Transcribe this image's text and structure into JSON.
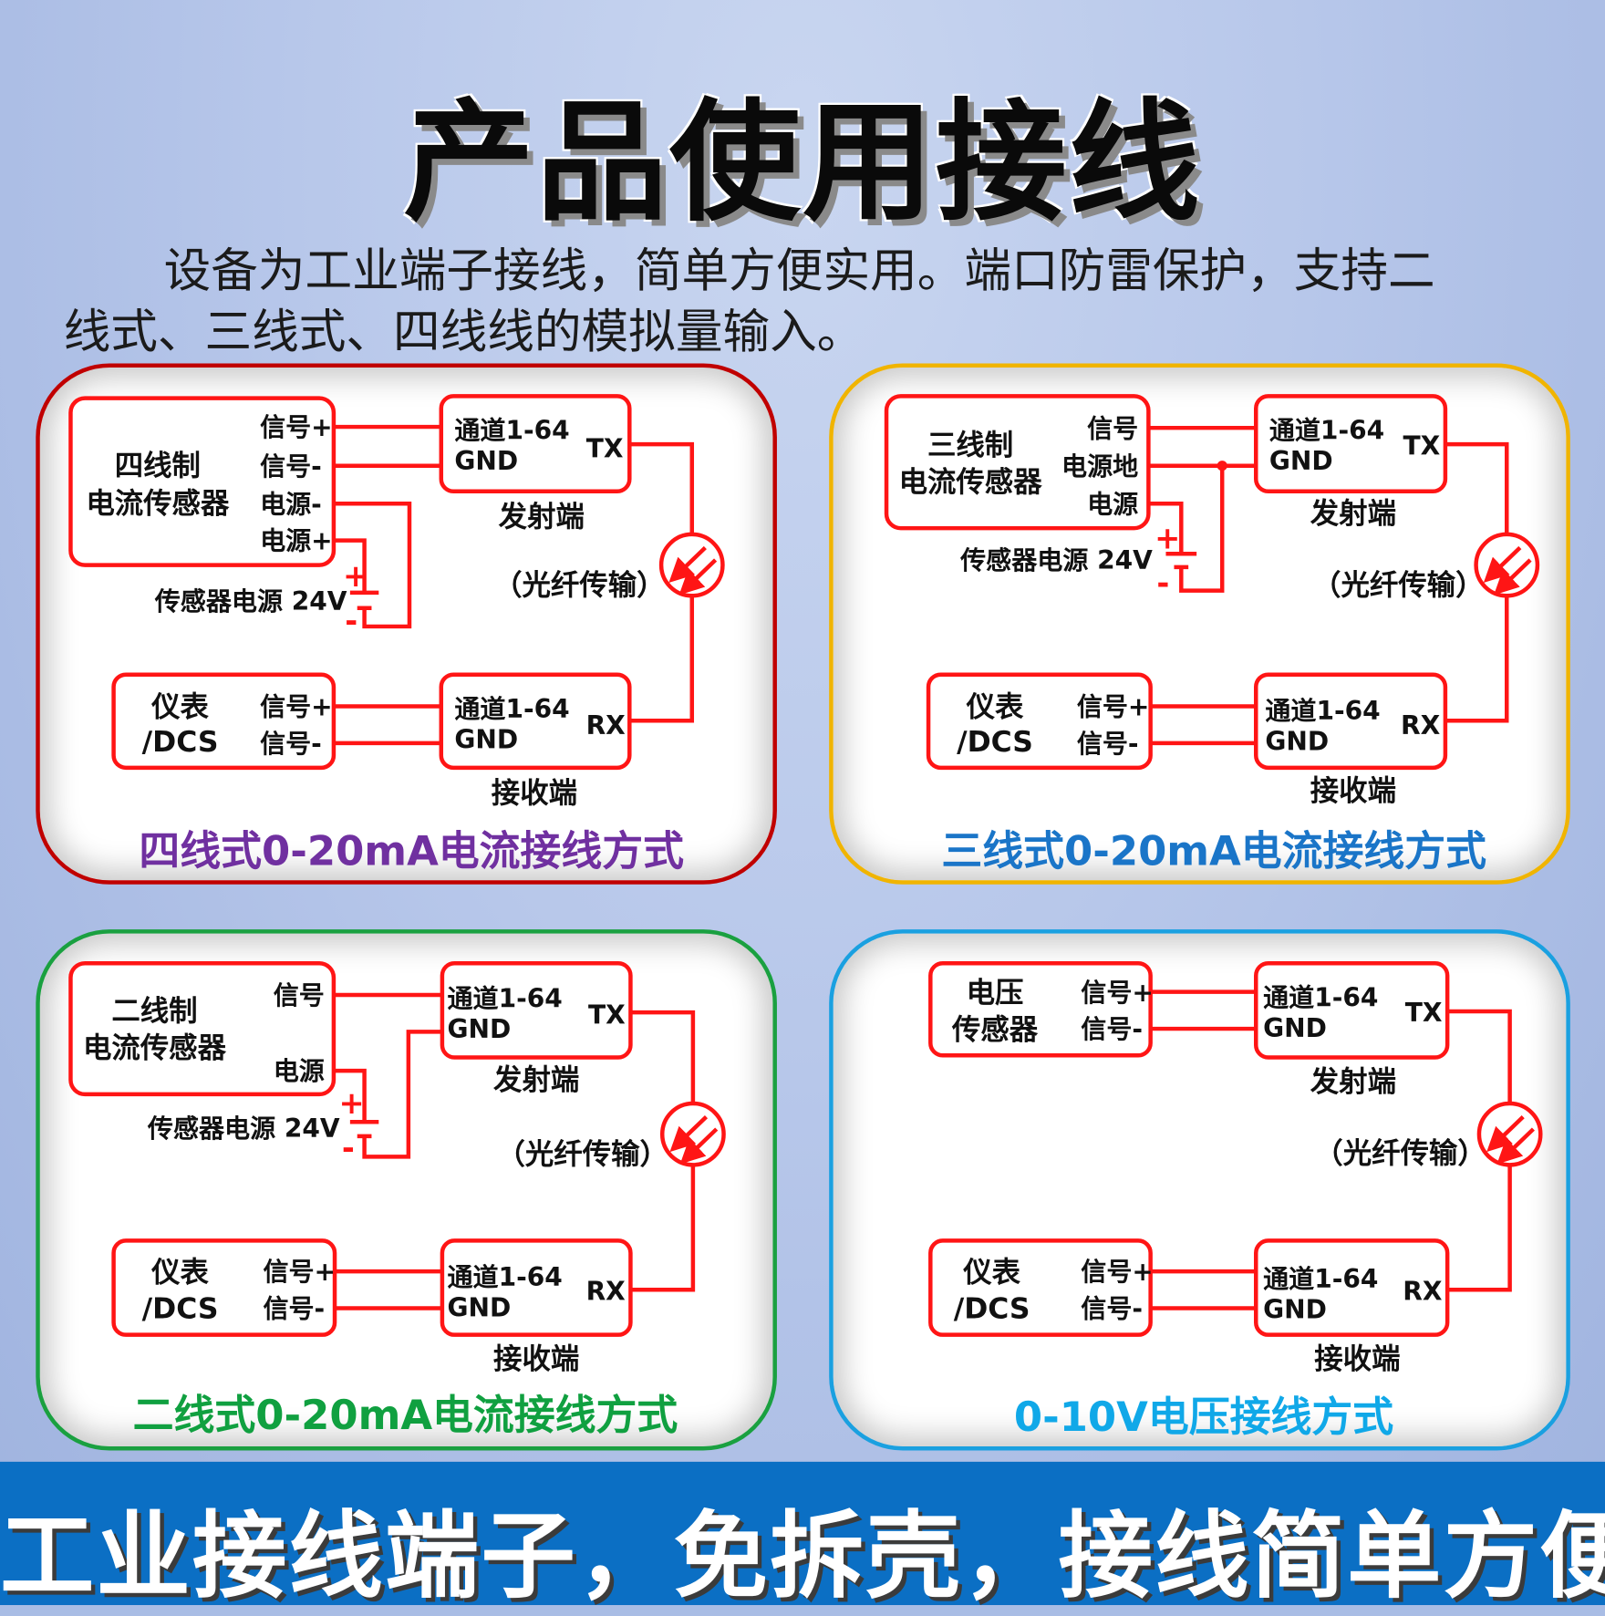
{
  "title": "产品使用接线",
  "intro": {
    "line1": "设备为工业端子接线，简单方便实用。端口防雷保护，支持二",
    "line2": "线式、三线式、四线线的模拟量输入。"
  },
  "colors": {
    "wire": "#ff1515",
    "panel1_border": "#c00000",
    "panel2_border": "#f0b400",
    "panel3_border": "#1aa040",
    "panel4_border": "#1aa0e0",
    "banner": "#0b6fc4"
  },
  "common": {
    "channel": "通道1-64",
    "gnd": "GND",
    "tx": "TX",
    "rx": "RX",
    "tx_label": "发射端",
    "rx_label": "接收端",
    "fiber_label": "（光纤传输）",
    "meter_line1": "仪表",
    "meter_line2": "/DCS",
    "sig_plus": "信号+",
    "sig_minus": "信号-",
    "power_label": "传感器电源  24V",
    "plus": "+",
    "minus": "-"
  },
  "panels": [
    {
      "sensor_line1": "四线制",
      "sensor_line2": "电流传感器",
      "pins": [
        "信号+",
        "信号-",
        "电源-",
        "电源+"
      ],
      "caption": "四线式0-20mA电流接线方式",
      "caption_color": "#7030a0"
    },
    {
      "sensor_line1": "三线制",
      "sensor_line2": "电流传感器",
      "pins": [
        "信号",
        "电源地",
        "电源"
      ],
      "caption": "三线式0-20mA电流接线方式",
      "caption_color": "#1a75c8"
    },
    {
      "sensor_line1": "二线制",
      "sensor_line2": "电流传感器",
      "pins": [
        "信号",
        "电源"
      ],
      "caption": "二线式0-20mA电流接线方式",
      "caption_color": "#10a040"
    },
    {
      "sensor_line1": "电压",
      "sensor_line2": "传感器",
      "pins": [
        "信号+",
        "信号-"
      ],
      "caption": "0-10V电压接线方式",
      "caption_color": "#10a8e8"
    }
  ],
  "banner": "工业接线端子，免拆壳，接线简单方便"
}
